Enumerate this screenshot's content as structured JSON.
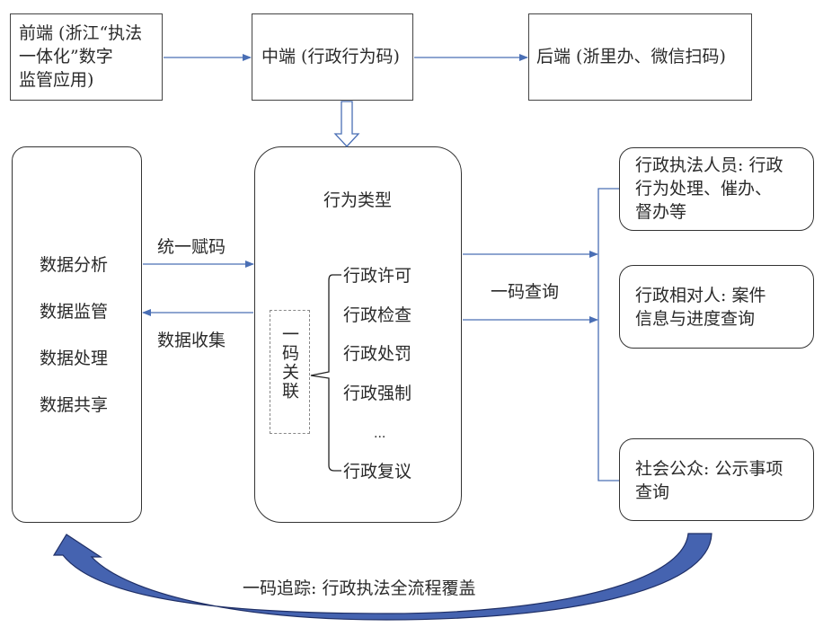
{
  "top_row": {
    "frontend": {
      "lines": [
        "前端 (浙江“执法",
        "一体化”数字",
        "监管应用)"
      ]
    },
    "middle": {
      "label": "中端 (行政行为码)"
    },
    "backend": {
      "label": "后端 (浙里办、微信扫码)"
    }
  },
  "data_box": {
    "items": [
      "数据分析",
      "数据监管",
      "数据处理",
      "数据共享"
    ]
  },
  "links": {
    "unified_coding": "统一赋码",
    "data_collection": "数据收集",
    "one_code_query": "一码查询",
    "one_code_tracking": "一码追踪: 行政执法全流程覆盖"
  },
  "behavior_box": {
    "title": "行为类型",
    "association_label": "一码关联",
    "types": [
      "行政许可",
      "行政检查",
      "行政处罚",
      "行政强制",
      "...",
      "行政复议"
    ]
  },
  "users": [
    {
      "lines": [
        "行政执法人员: 行政",
        "行为处理、催办、",
        "督办等"
      ]
    },
    {
      "lines": [
        "行政相对人: 案件",
        "信息与进度查询"
      ]
    },
    {
      "lines": [
        "社会公众: 公示事项",
        "查询"
      ]
    }
  ],
  "colors": {
    "connector": "#4a6fb5",
    "curved_arrow_fill": "#4563b0",
    "curved_arrow_stroke": "#1f2f66",
    "border": "#333333",
    "dashed_border": "#888888"
  }
}
